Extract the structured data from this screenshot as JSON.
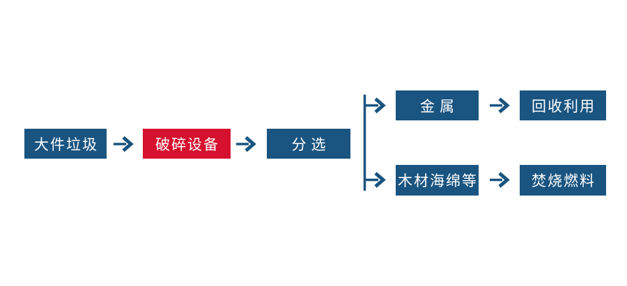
{
  "diagram": {
    "type": "flowchart",
    "colors": {
      "node_blue": "#1A5480",
      "node_red": "#D6112F",
      "arrow": "#1A5480",
      "text": "#FFFFFF",
      "background": "#FFFFFF"
    },
    "nodes": [
      {
        "id": "bulky-waste",
        "label": "大件垃圾",
        "color": "blue"
      },
      {
        "id": "crushing-equipment",
        "label": "破碎设备",
        "color": "red"
      },
      {
        "id": "sorting",
        "label": "分选",
        "color": "blue"
      },
      {
        "id": "metal",
        "label": "金属",
        "color": "blue"
      },
      {
        "id": "recycling",
        "label": "回收利用",
        "color": "blue"
      },
      {
        "id": "wood-sponge-etc",
        "label": "木材海绵等",
        "color": "blue"
      },
      {
        "id": "incineration-fuel",
        "label": "焚烧燃料",
        "color": "blue"
      }
    ],
    "edges": [
      {
        "from": "大件垃圾",
        "to": "破碎设备"
      },
      {
        "from": "破碎设备",
        "to": "分选"
      },
      {
        "from": "分选",
        "to": "金属"
      },
      {
        "from": "分选",
        "to": "木材海绵等"
      },
      {
        "from": "金属",
        "to": "回收利用"
      },
      {
        "from": "木材海绵等",
        "to": "焚烧燃料"
      }
    ]
  }
}
